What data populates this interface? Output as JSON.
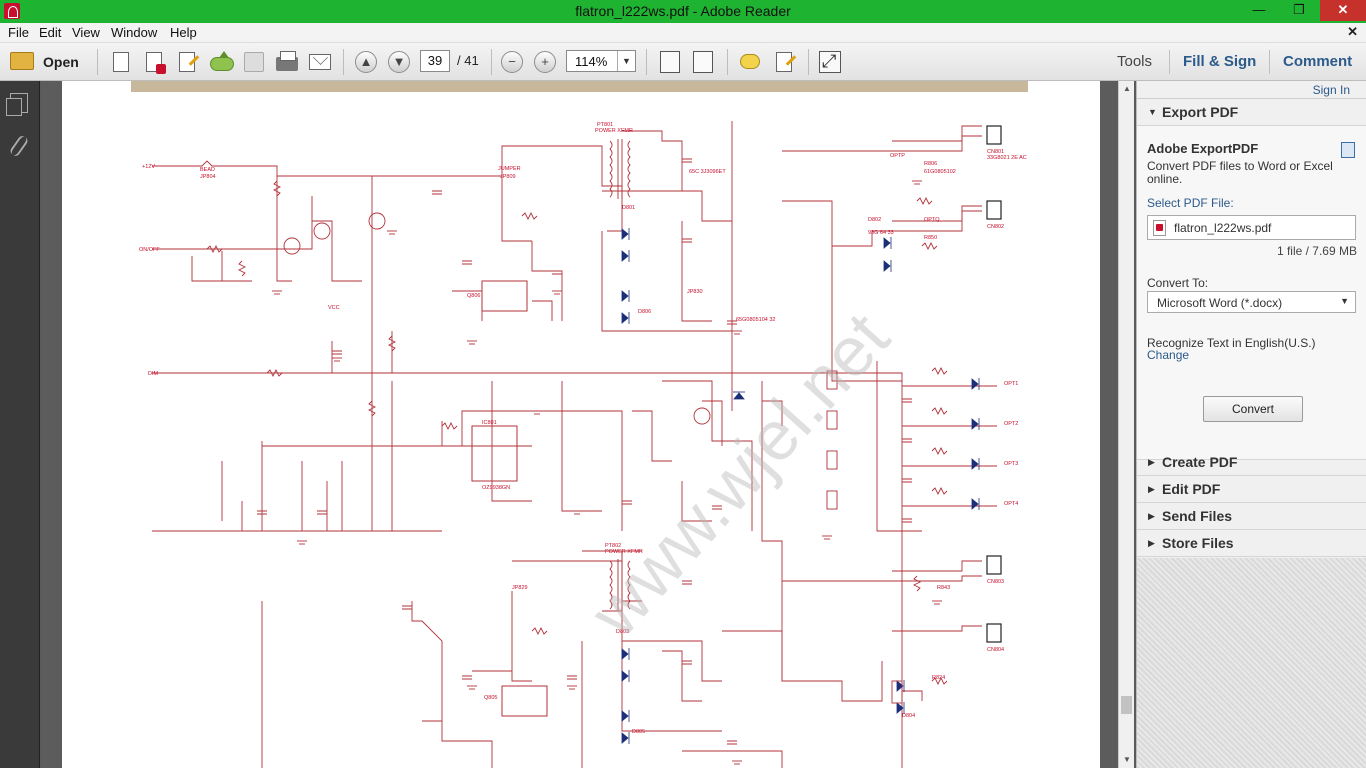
{
  "window": {
    "title": "flatron_l222ws.pdf - Adobe Reader",
    "min": "—",
    "max": "❐",
    "close": "✕"
  },
  "menu": {
    "items": [
      "File",
      "Edit",
      "View",
      "Window",
      "Help"
    ],
    "close_doc": "✕"
  },
  "toolbar": {
    "open_label": "Open",
    "page_current": "39",
    "page_total": "/ 41",
    "zoom": "114%",
    "tools": "Tools",
    "fill_sign": "Fill & Sign",
    "comment": "Comment",
    "zoom_out": "−",
    "zoom_in": "+",
    "prev": "▲",
    "next": "▼",
    "zoom_arrow": "▼",
    "icons": [
      "create-pdf-icon",
      "create-pdf-red-icon",
      "edit-icon",
      "upload-cloud-icon",
      "save-icon",
      "print-icon",
      "email-icon",
      "prev-page-icon",
      "next-page-icon",
      "zoom-out-icon",
      "zoom-in-icon",
      "fit-page-icon",
      "fit-width-icon",
      "comment-icon",
      "highlight-icon",
      "full-screen-icon"
    ]
  },
  "right_pane": {
    "sign_in": "Sign In",
    "export_pdf": {
      "header": "Export PDF",
      "title": "Adobe ExportPDF",
      "description": "Convert PDF files to Word or Excel online.",
      "select_label": "Select PDF File:",
      "file_name": "flatron_l222ws.pdf",
      "file_info": "1 file / 7.69 MB",
      "convert_to_label": "Convert To:",
      "convert_to_value": "Microsoft Word (*.docx)",
      "recognize": "Recognize Text in English(U.S.)",
      "change": "Change",
      "convert_button": "Convert"
    },
    "sections": [
      "Create PDF",
      "Edit PDF",
      "Send Files",
      "Store Files"
    ],
    "arrow_open": "▼",
    "arrow_closed": "▶"
  },
  "scrollbar": {
    "up": "▲",
    "down": "▼"
  },
  "schematic": {
    "labels": {
      "v12": "+12V",
      "onoff": "ON/OFF",
      "dim": "DIM",
      "vcc": "VCC",
      "pt801": "PT801",
      "pt801_sub": "POWER XFMR",
      "pt802": "PT802",
      "pt802_sub": "POWER XFMR",
      "jp804": "JP804",
      "jp809": "JP809",
      "jumper": "JUMPER",
      "bead": "BEAD",
      "jp829": "JP829",
      "jp830": "JP830",
      "cn801": "CN801",
      "cn802": "CN802",
      "cn803": "CN803",
      "cn804": "CN804",
      "opt1": "OPT1",
      "opt2": "OPT2",
      "opt3": "OPT3",
      "opt4": "OPT4",
      "optp": "OPTP",
      "optq": "OPTQ",
      "ic801": "IC801",
      "oz9938gn": "OZ9938GN",
      "q806": "Q806",
      "q805": "Q805",
      "d801": "D801",
      "d806": "D806",
      "d802": "D802",
      "d803": "D803",
      "d805": "D805",
      "d804": "D804",
      "r806": "R806",
      "r843": "R843",
      "r824": "R824",
      "r850": "R850",
      "code1": "61G0805102",
      "code2": "65G0805104 32",
      "code3": "93G 64 33",
      "code4": "65C 3J3096ET",
      "code5": "33G8021 2E AC"
    }
  }
}
